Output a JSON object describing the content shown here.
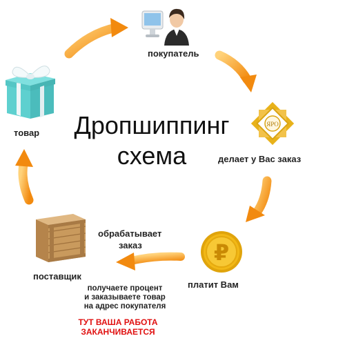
{
  "title_line1": "Дропшиппинг",
  "title_line2": "схема",
  "nodes": {
    "buyer": "покупатель",
    "order": "делает у Вас заказ",
    "pays": "платит Вам",
    "supplier": "поставщик",
    "goods": "товар",
    "processes_line1": "обрабатывает",
    "processes_line2": "заказ"
  },
  "note_lines": [
    "получаете процент",
    "и заказываете товар",
    "на адрес покупателя"
  ],
  "warning_lines": [
    "ТУТ ВАША РАБОТА",
    "ЗАКАНЧИВАЕТСЯ"
  ],
  "badge_text": "ЯРО",
  "coin_symbol": "₽",
  "colors": {
    "arrow_fill": "#f7a21a",
    "arrow_light": "#ffd27a",
    "coin": "#f2b816",
    "badge": "#e8b21a",
    "box_tiffany": "#5ed0cf",
    "ribbon": "#eef6f8",
    "crate": "#c99a5d",
    "warning": "#e01010"
  }
}
